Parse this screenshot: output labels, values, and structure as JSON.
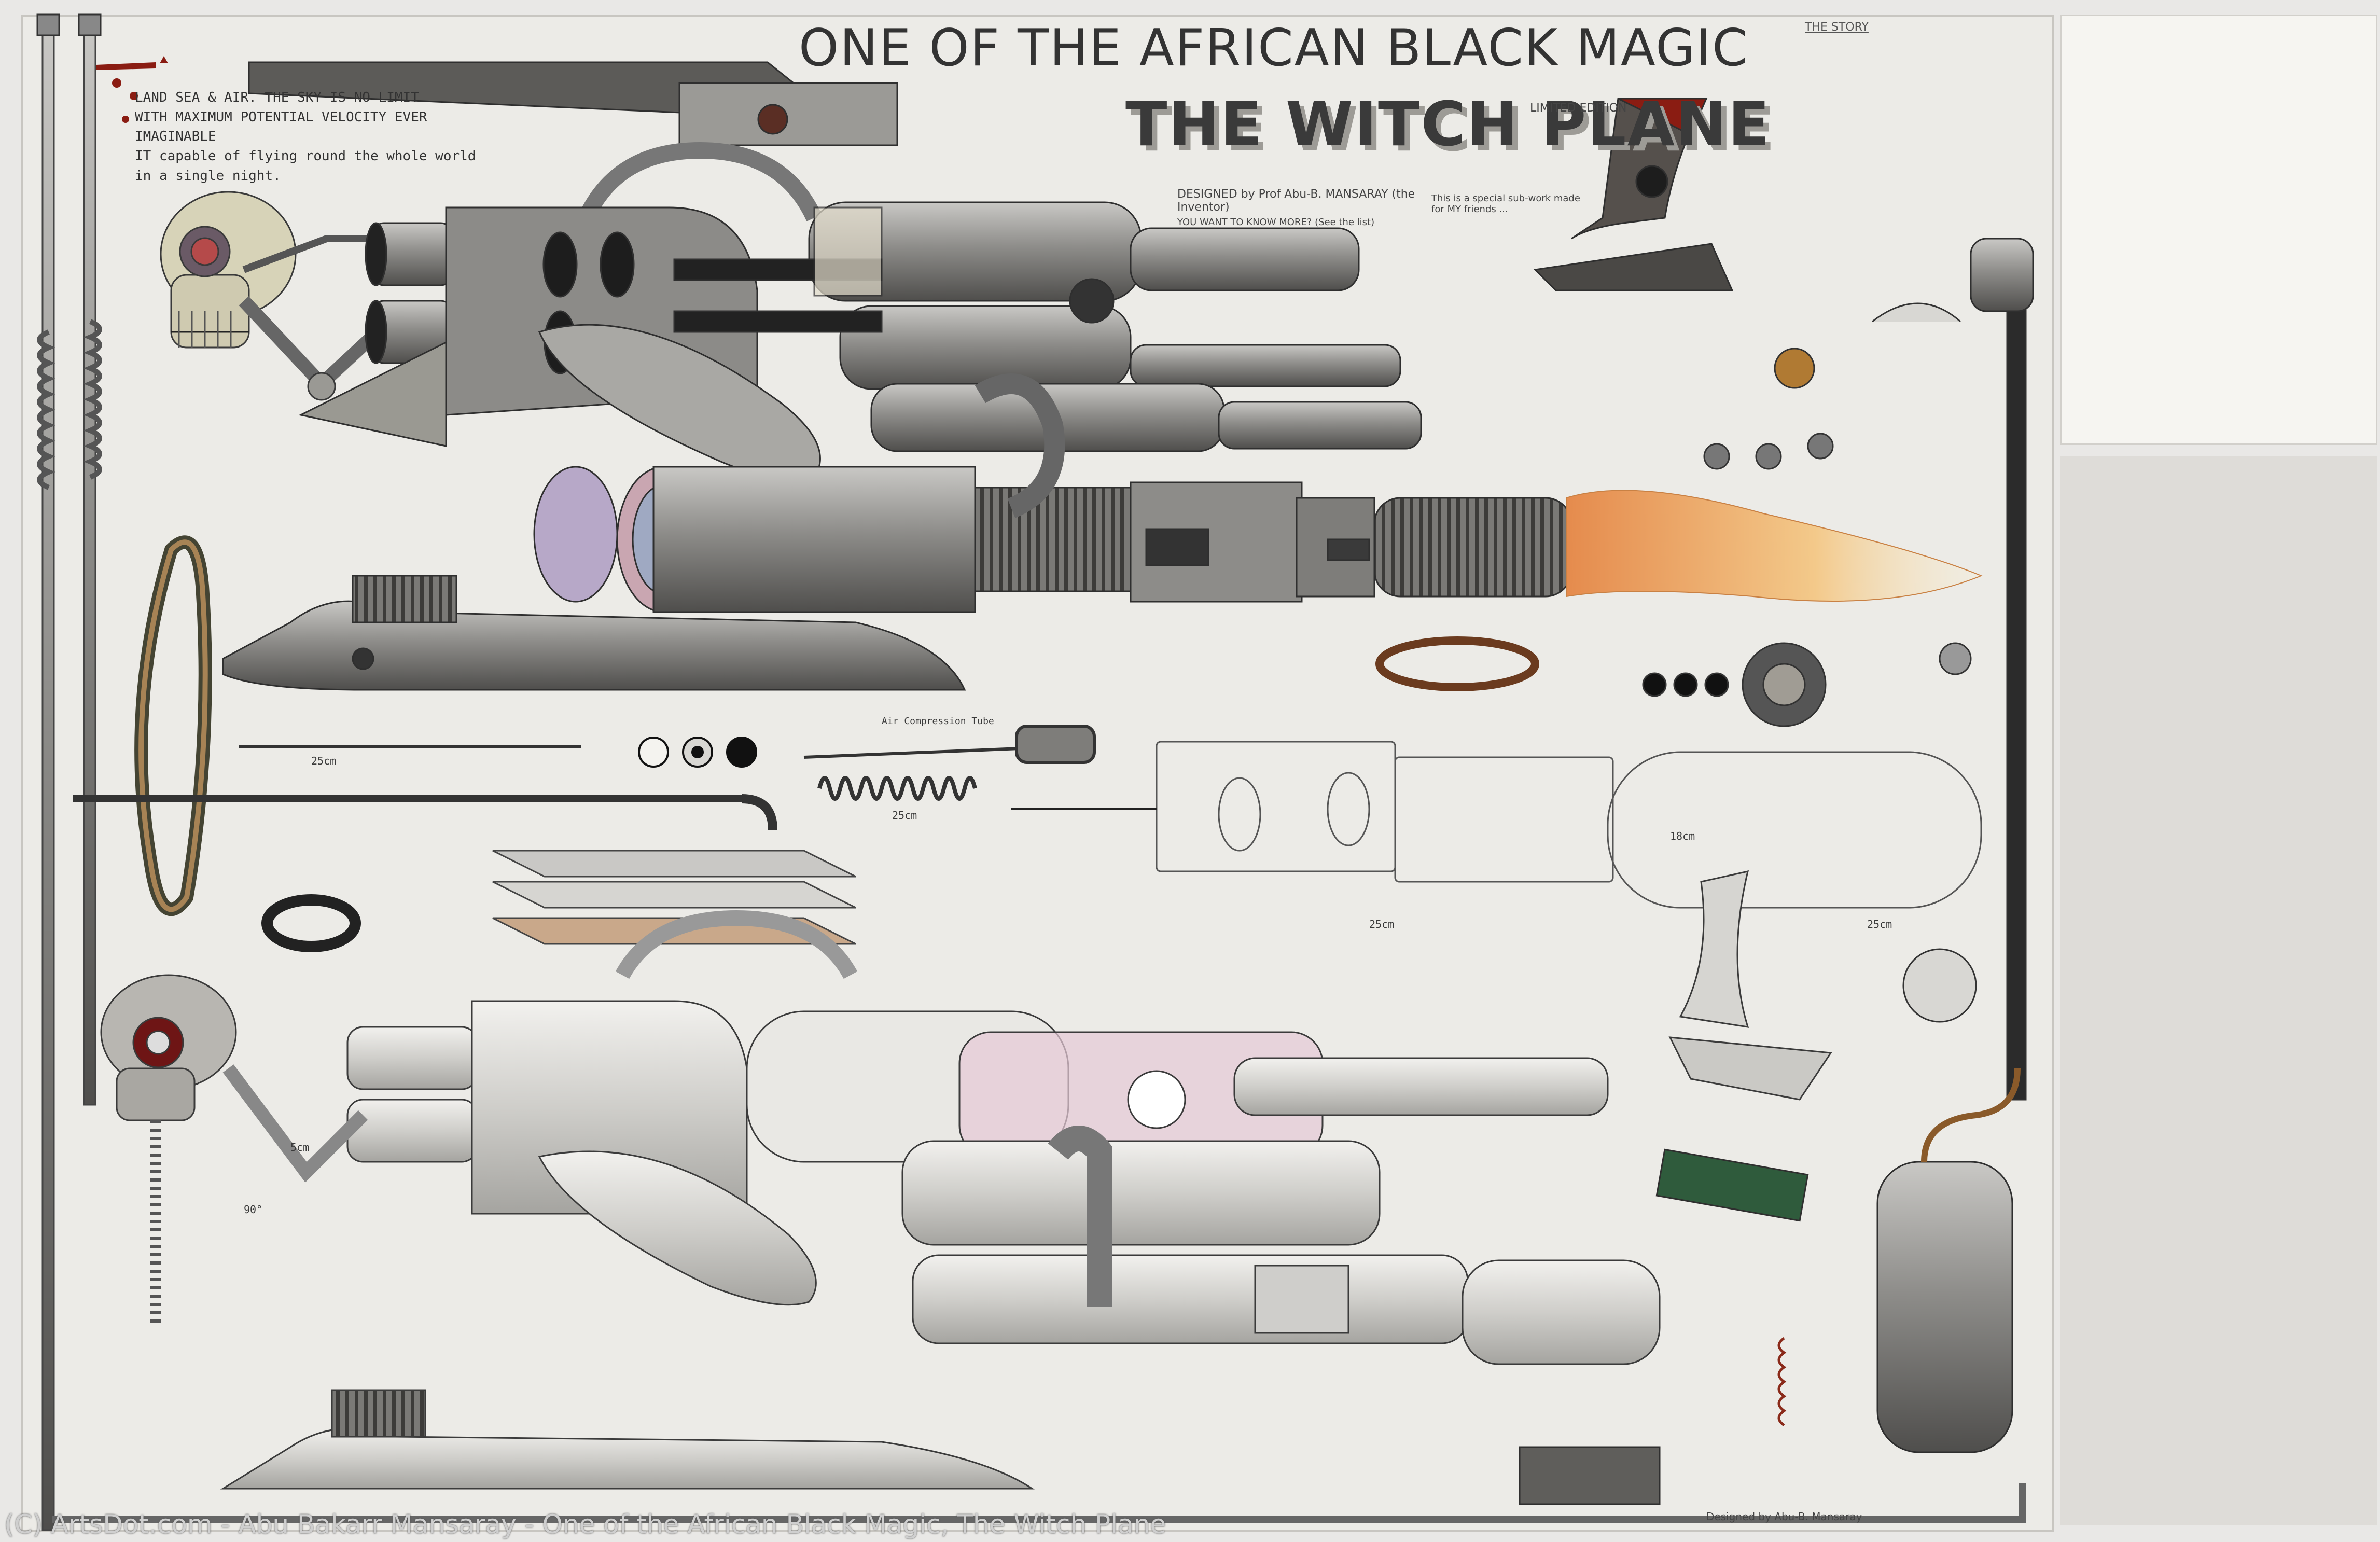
{
  "artwork": {
    "title": "ONE OF THE AFRICAN BLACK MAGIC",
    "subtitle": "THE WITCH PLANE",
    "limited_edition": "LIMITED EDITION",
    "designed_by": "DESIGNED by Prof Abu-B. MANSARAY (the Inventor)",
    "designed_sub": "YOU WANT TO KNOW MORE? (See the list)",
    "dedication": "This is a special sub-work made for MY friends ...",
    "story_heading": "THE STORY",
    "designed_bottom": "Designed by Abu-B. Mansaray"
  },
  "handwritten_note": {
    "line1": "LAND SEA & AIR. THE SKY IS NO LIMIT",
    "line2": "WITH MAXIMUM POTENTIAL VELOCITY EVER IMAGINABLE",
    "line3": "IT capable of flying round the whole world in a single night."
  },
  "measurements": {
    "m25a": "25cm",
    "m25b": "25cm",
    "m25c": "25cm",
    "m25d": "25cm",
    "m18": "18cm",
    "m5": "5cm",
    "m90": "90°",
    "air_compression": "Air Compression Tube"
  },
  "caption": "(C) ArtsDot.com - Abu Bakarr Mansaray - One of the African Black Magic, The Witch Plane",
  "colors": {
    "paper": "#ecebe7",
    "metal": "#8d8c8a",
    "flame": "#e9a25c",
    "blood": "#8a1c12",
    "lens": "#b7a8c8",
    "pink": "#e6c9d6"
  }
}
